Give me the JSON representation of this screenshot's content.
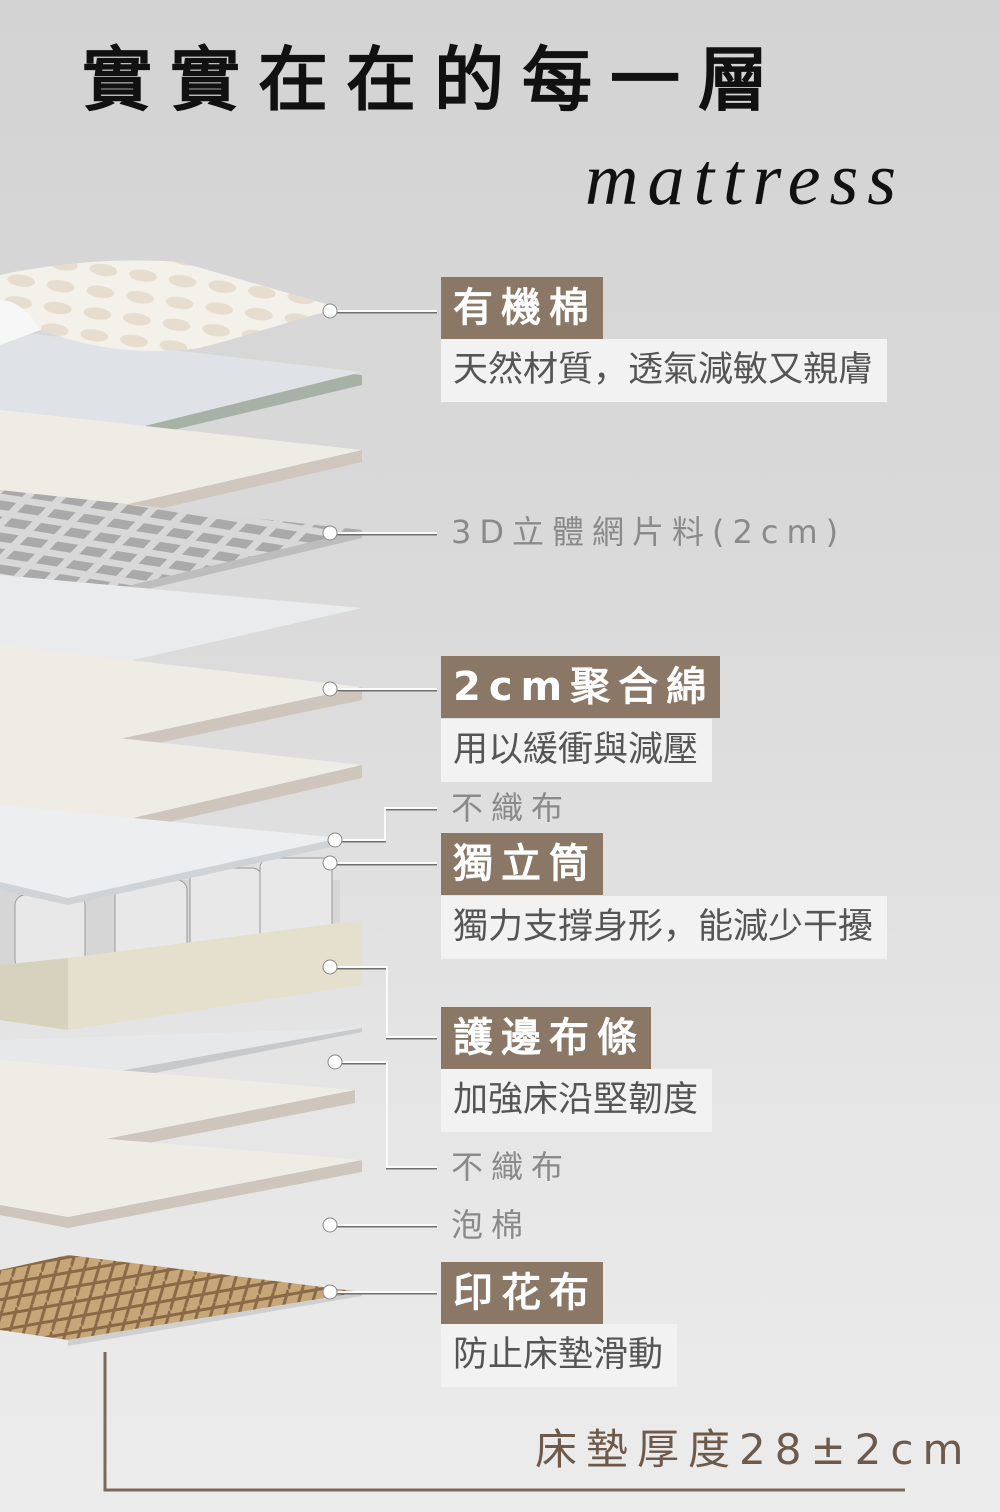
{
  "header": {
    "title": "實實在在的每一層",
    "subtitle": "mattress"
  },
  "layers": {
    "organic_cotton": {
      "title": "有機棉",
      "desc": "天然材質，透氣減敏又親膚"
    },
    "mesh_3d": {
      "label": "3D立體網片料(2cm)"
    },
    "polymer_foam": {
      "title": "2cm聚合綿",
      "desc": "用以緩衝與減壓"
    },
    "nonwoven_top": {
      "label": "不織布"
    },
    "pocket_spring": {
      "title": "獨立筒",
      "desc": "獨力支撐身形，能減少干擾"
    },
    "edge_strip": {
      "title": "護邊布條",
      "desc": "加強床沿堅韌度"
    },
    "nonwoven_bottom": {
      "label": "不織布"
    },
    "foam": {
      "label": "泡棉"
    },
    "printed_fabric": {
      "title": "印花布",
      "desc": "防止床墊滑動"
    }
  },
  "thickness": {
    "label": "床墊厚度28±2cm"
  },
  "colors": {
    "tag_bg": "#8a7766",
    "desc_bg": "#f2f2f2",
    "accent_text": "#6e5a4a"
  }
}
